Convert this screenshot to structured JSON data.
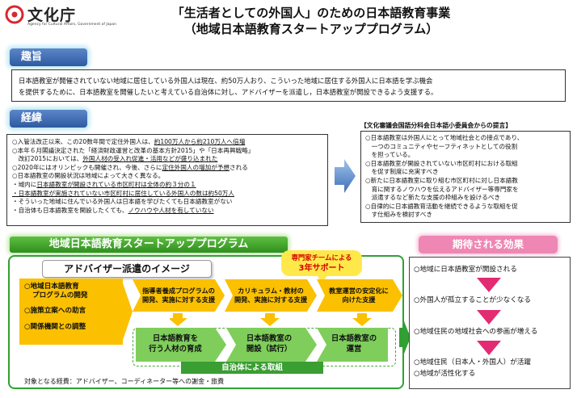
{
  "header": {
    "logo_text": "文化庁",
    "logo_sub": "Agency for Cultural Affairs, Government of Japan",
    "title": "「生活者としての外国人」のための日本語教育事業",
    "subtitle": "（地域日本語教育スタートアッププログラム）"
  },
  "shushi": {
    "label": "趣旨",
    "line1": "日本語教室が開催されていない地域に居住している外国人は現在、約50万人おり、こういった地域に居住する外国人に日本語を学ぶ機会",
    "line2": "を提供するために、日本語教室を開催したいと考えている自治体に対し、アドバイザーを派遣し，日本語教室が開設できるよう支援する。"
  },
  "keii": {
    "label": "経緯",
    "l1a": "○入管法改正以来、この20数年間で定住外国人は、",
    "l1b": "約100万人から約210万人へ倍増",
    "l2": "○本年６月閣議決定された「経済財政運営と改革の基本方針2015」や「日本再興戦略」",
    "l3a": "　改訂2015においては、",
    "l3b": "外国人材の受入れ促進・活用などが盛り込まれた",
    "l4a": "○2020年にはオリンピックも開催され、今後、さらに",
    "l4b": "定住外国人の増加が予想",
    "l4c": "される",
    "l5": "○日本語教室の開設状況は地域によって大きく異なる。",
    "l6a": "・域内に",
    "l6b": "日本語教室が開設されている市区町村は全体の約３分の１",
    "l7": "・日本語教室が実施されていない市区町村に居住している外国人の数は約50万人",
    "l8": "・そういった地域に住んでいる外国人は日本語を学びたくても日本語教室がない",
    "l9a": "・自治体も日本語教室を開設したくても、",
    "l9b": "ノウハウや人材を有していない"
  },
  "teigen": {
    "title": "【文化審議会国語分科会日本語小委員会からの提言】",
    "items": [
      "○日本語教室は外国人にとって地域社会との接点であり、",
      "　一つのコミュニティやセーフティネットとしての役割",
      "　を担っている。",
      "○日本語教室が開設されていない市区町村における取組",
      "　を促す制度に充実すべき",
      "○新たに日本語教室に取り組む市区町村に対し日本語教",
      "　育に関するノウハウを伝えるアドバイザー等専門家を",
      "　派遣するなど新たな支援の枠組みを設けるべき",
      "○自律的に日本語教育活動を継続できるような取組を促",
      "　す仕組みを検討すべき"
    ]
  },
  "program": {
    "label": "地域日本語教育スタートアッププログラム",
    "advisor_title": "アドバイザー派遣のイメージ",
    "team_badge_line1": "専門家チームによる",
    "team_badge_line2": "3年サポート",
    "left_items": [
      "地域日本語教育",
      "プログラムの開発",
      "施策立案への助言",
      "関係機関との調整"
    ],
    "chevrons": [
      [
        "指導者養成プログラムの",
        "開発、実施に対する支援"
      ],
      [
        "カリキュラム・教材の",
        "開発、実施に対する支援"
      ],
      [
        "教室運営の安定化に",
        "向けた支援"
      ]
    ],
    "green_steps": [
      [
        "日本語教育を",
        "行う人材の育成"
      ],
      [
        "日本語教室の",
        "開設（試行）"
      ],
      [
        "日本語教室の",
        "運営"
      ]
    ],
    "jichi_label": "自治体による取組",
    "cost_note": "対象となる経費：アドバイザー、コーディネーター等への謝金・旅費"
  },
  "kitai": {
    "label": "期待される効果",
    "items": [
      "○地域に日本語教室が開設される",
      "○外国人が孤立することが少なくなる",
      "○地域住民の地域社会への参画が増える",
      "○地域住民（日本人・外国人）が活躍",
      "○地域が活性化する"
    ]
  },
  "colors": {
    "blue_head": "#2e5aa0",
    "green": "#31a032",
    "yellow": "#fbc000",
    "pink": "#ee87b3",
    "pink_arrow": "#e22b73",
    "orange_badge": "#ffe94a",
    "red_logo": "#d7282f"
  }
}
